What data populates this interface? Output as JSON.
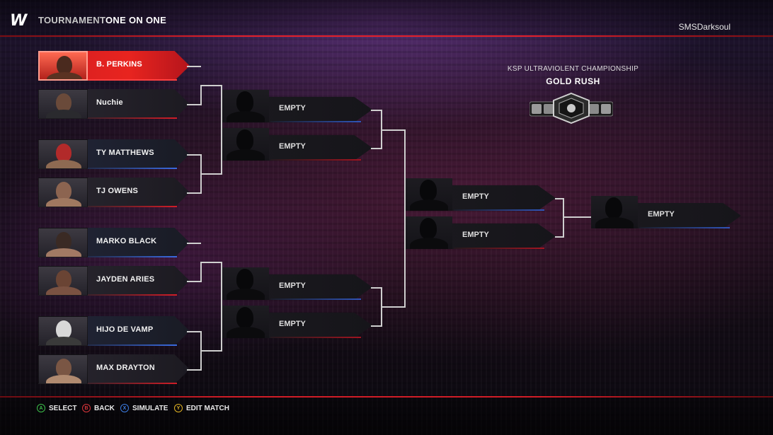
{
  "header": {
    "logo": "W",
    "breadcrumb": [
      "TOURNAMENT",
      "ONE ON ONE"
    ],
    "separator": "/",
    "gamertag": "SMSDarksoul"
  },
  "championship": {
    "name": "KSP ULTRAVIOLENT CHAMPIONSHIP",
    "subtitle": "GOLD RUSH"
  },
  "bracket": {
    "round1": [
      {
        "name": "B. PERKINS",
        "selected": true
      },
      {
        "name": "Nuchie"
      },
      {
        "name": "TY MATTHEWS"
      },
      {
        "name": "TJ OWENS"
      },
      {
        "name": "MARKO BLACK"
      },
      {
        "name": "JAYDEN ARIES"
      },
      {
        "name": "HIJO DE VAMP"
      },
      {
        "name": "MAX DRAYTON"
      }
    ],
    "round2": [
      "EMPTY",
      "EMPTY",
      "EMPTY",
      "EMPTY"
    ],
    "round3": [
      "EMPTY",
      "EMPTY"
    ],
    "final": [
      "EMPTY"
    ]
  },
  "controls": [
    {
      "key": "A",
      "label": "SELECT",
      "color": "#3cbf4a"
    },
    {
      "key": "B",
      "label": "BACK",
      "color": "#d9343a"
    },
    {
      "key": "X",
      "label": "SIMULATE",
      "color": "#3b7be0"
    },
    {
      "key": "Y",
      "label": "EDIT MATCH",
      "color": "#e2b423"
    }
  ],
  "colors": {
    "accent_red": "#d11d27",
    "accent_blue": "#3a6ae0"
  }
}
